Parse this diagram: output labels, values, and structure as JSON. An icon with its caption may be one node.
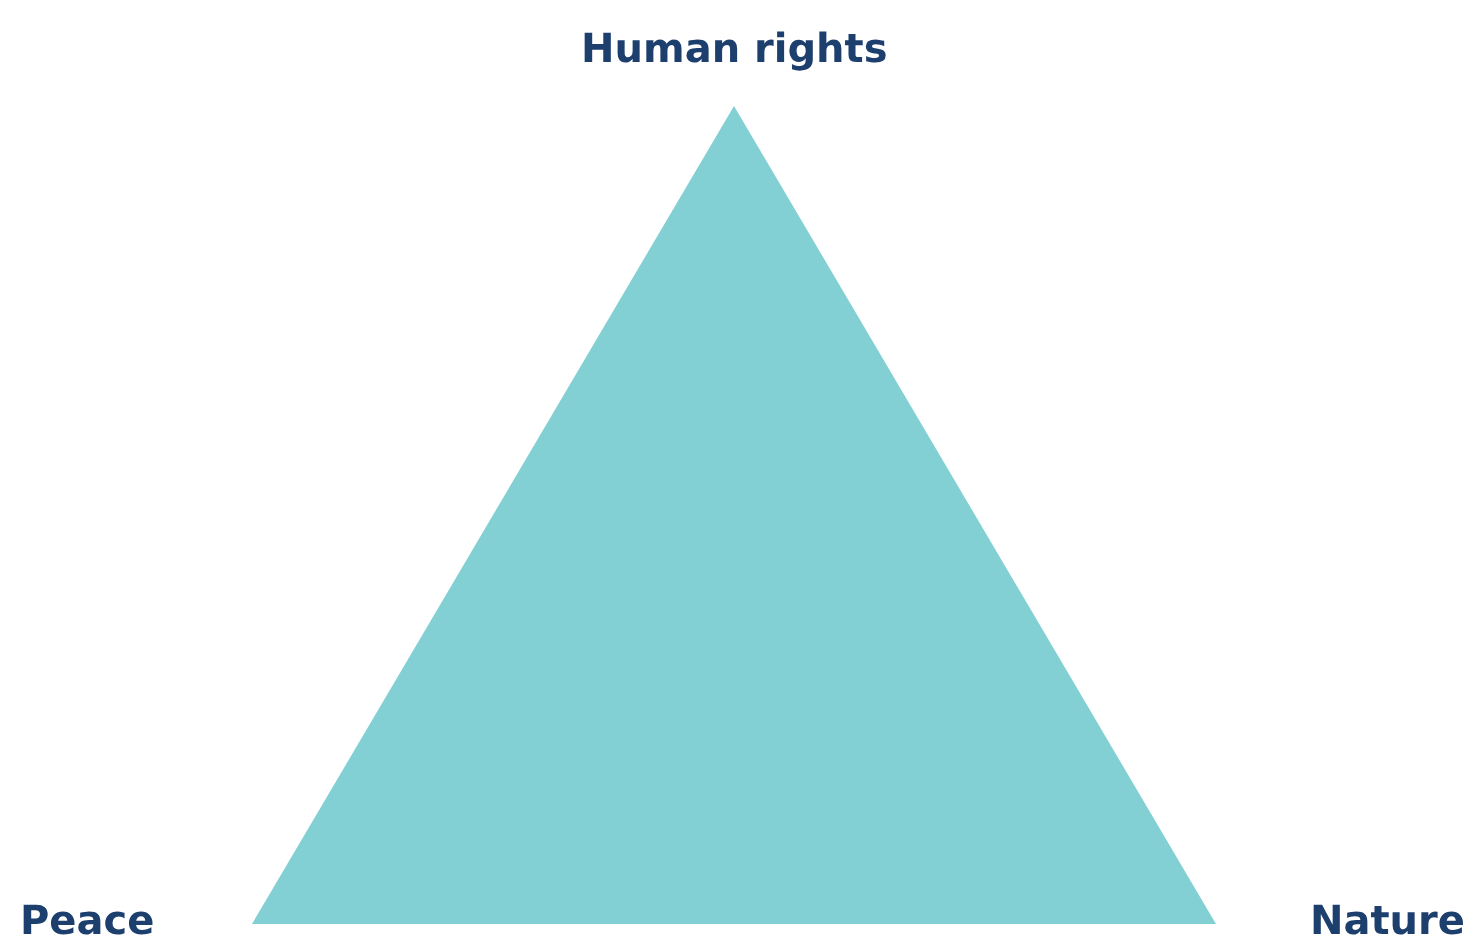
{
  "diagram": {
    "labels": [
      "Human rights",
      "Peace",
      "Nature"
    ]
  }
}
